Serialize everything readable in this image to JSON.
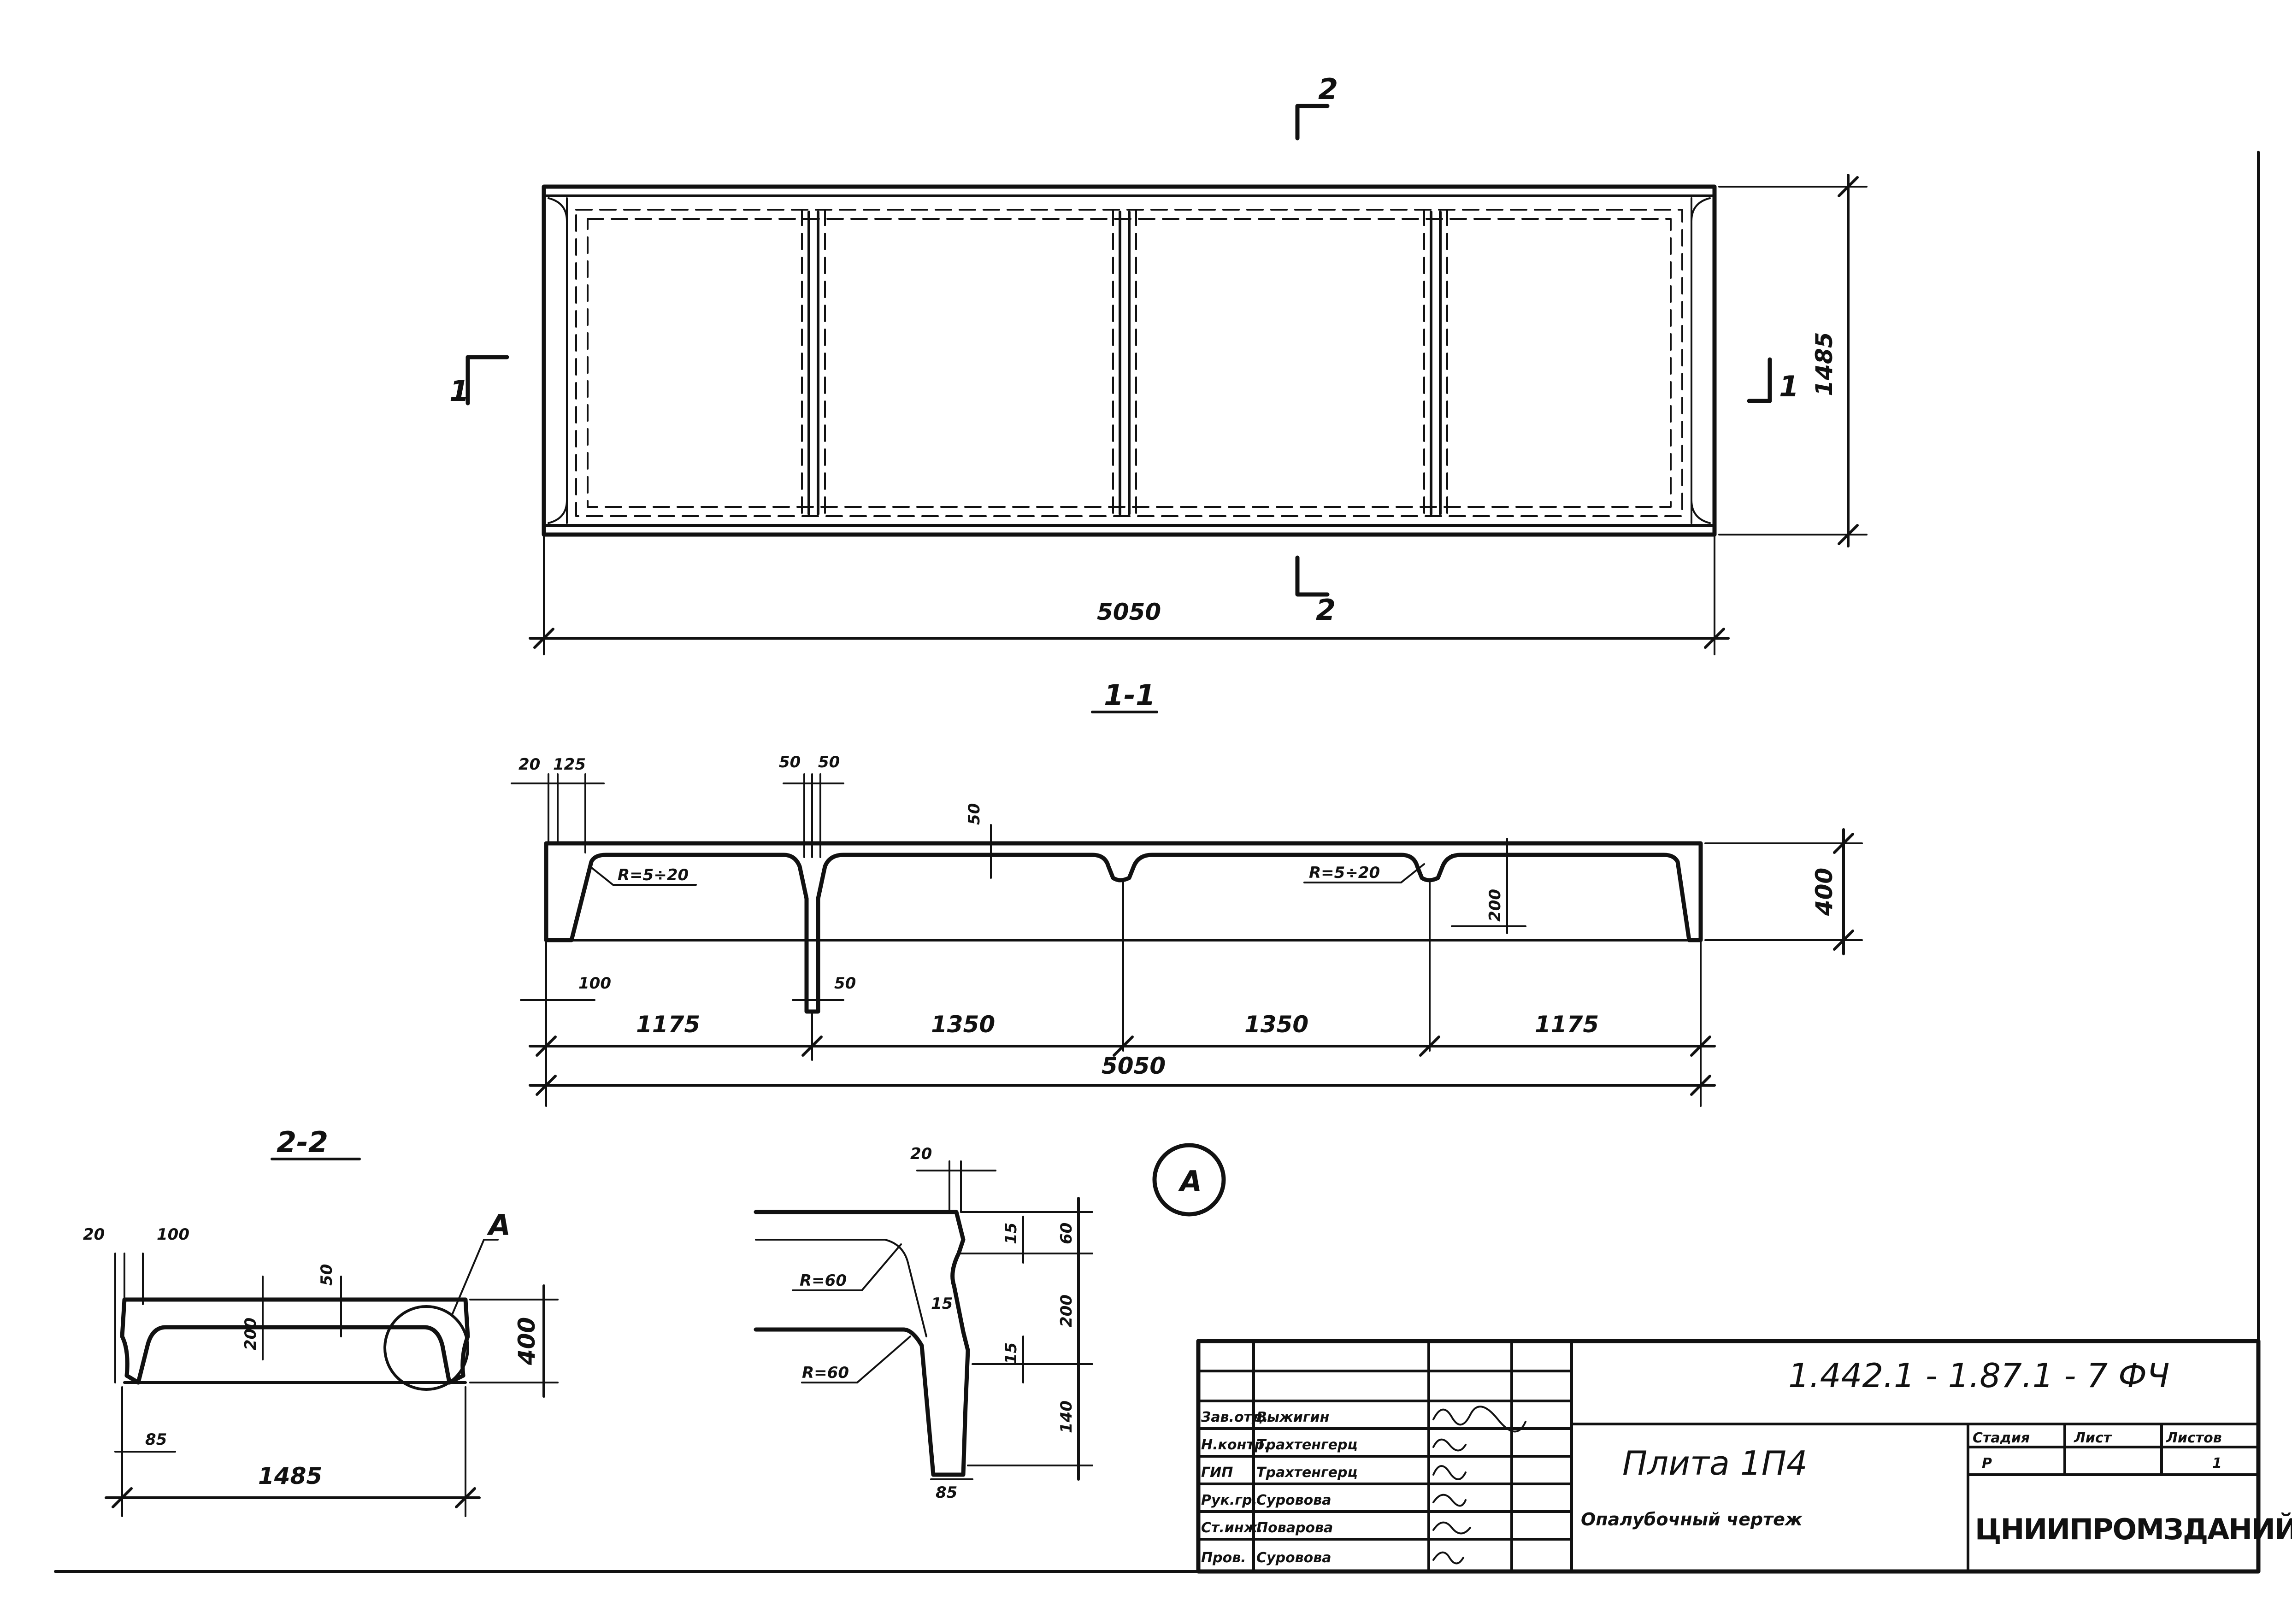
{
  "plan": {
    "length": "5050",
    "width": "1485",
    "cut2_top": "2",
    "cut2_bottom": "2",
    "cut1_left": "1",
    "cut1_right": "1"
  },
  "section_1_1": {
    "title": "1-1",
    "top_dims": [
      "20",
      "125",
      "50",
      "50"
    ],
    "rib_flange": "50",
    "radius_left": "R=5÷20",
    "radius_right": "R=5÷20",
    "rib_depth": "200",
    "height": "400",
    "bottom_left": "100",
    "bottom_rib": "50",
    "spans": [
      "1175",
      "1350",
      "1350",
      "1175"
    ],
    "total": "5050"
  },
  "section_2_2": {
    "title": "2-2",
    "dim_20": "20",
    "dim_100": "100",
    "dim_50": "50",
    "dim_200": "200",
    "dim_400": "400",
    "dim_85": "85",
    "width": "1485",
    "callout": "А"
  },
  "detail_a": {
    "marker": "А",
    "dim_20": "20",
    "radius_top": "R=60",
    "radius_bottom": "R=60",
    "dim_15a": "15",
    "dim_15b": "15",
    "dim_15c": "15",
    "dim_60": "60",
    "dim_200": "200",
    "dim_140": "140",
    "dim_85": "85"
  },
  "title_block": {
    "code": "1.442.1 - 1.87.1 - 7 ФЧ",
    "product": "Плита 1П4",
    "drawing_type": "Опалубочный чертеж",
    "org": "ЦНИИПРОМЗДАНИЙ",
    "stage_header": "Стадия",
    "sheet_header": "Лист",
    "sheets_header": "Листов",
    "stage": "Р",
    "sheet": "1",
    "roles": [
      "Зав.отд.",
      "Н.контр.",
      "ГИП",
      "Рук.гр.",
      "Ст.инж.",
      "Пров."
    ],
    "names": [
      "Выжигин",
      "Трахтенгерц",
      "Трахтенгерц",
      "Суровова",
      "Поварова",
      "Суровова"
    ]
  }
}
